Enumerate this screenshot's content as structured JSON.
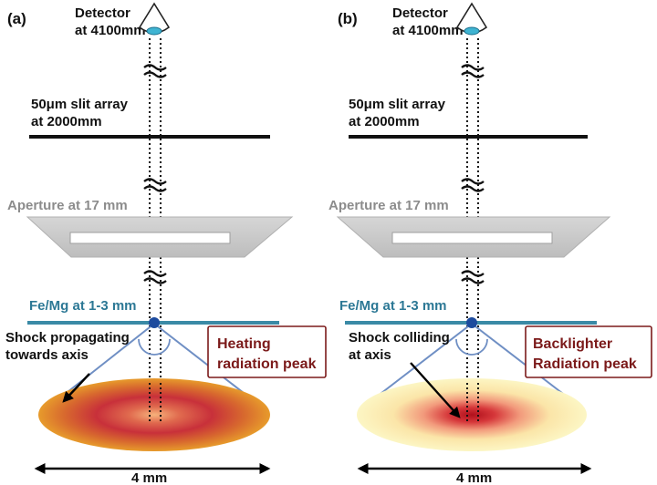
{
  "colors": {
    "teal": "#3a8aa6",
    "aperture_gray": "#c9c9c9",
    "label_red": "#7b1a1a",
    "shock_line": "#6f8fc4"
  },
  "icons": [
    "eye-icon",
    "break-symbol",
    "double-arrow"
  ],
  "panel_a": {
    "tag": "(a)",
    "detector_line1": "Detector",
    "detector_line2": "at 4100mm",
    "slit_line1": "50μm slit array",
    "slit_line2": "at 2000mm",
    "aperture": "Aperture at 17 mm",
    "sample": "Fe/Mg at 1-3 mm",
    "shock_line1": "Shock propagating",
    "shock_line2": "towards axis",
    "box_line1": "Heating",
    "box_line2": "radiation peak",
    "scale": "4 mm"
  },
  "panel_b": {
    "tag": "(b)",
    "detector_line1": "Detector",
    "detector_line2": "at 4100mm",
    "slit_line1": "50μm slit array",
    "slit_line2": "at 2000mm",
    "aperture": "Aperture at 17 mm",
    "sample": "Fe/Mg at 1-3 mm",
    "shock_line1": "Shock colliding",
    "shock_line2": "at axis",
    "box_line1": "Backlighter",
    "box_line2": "Radiation peak",
    "scale": "4 mm"
  }
}
